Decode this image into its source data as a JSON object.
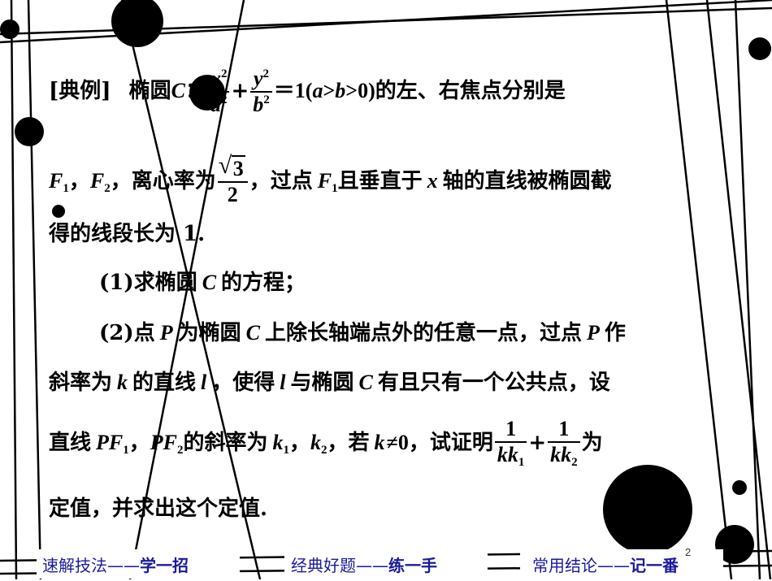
{
  "problem": {
    "label": "[典例]",
    "line1_intro": "椭圆",
    "line1_curve": "C",
    "line1_colon": "：",
    "eq_x": "x",
    "eq_a": "a",
    "eq_y": "y",
    "eq_b": "b",
    "eq_sup": "2",
    "eq_plus": "+",
    "eq_rest": "＝1(",
    "cond_a": "a",
    "cond_gt1": ">",
    "cond_b": "b",
    "cond_gt0": ">0)",
    "line1_tail": "的左、右焦点分别是",
    "f": "F",
    "sub1": "1",
    "sub2": "2",
    "comma": "，",
    "ecc_text": "离心率为",
    "ecc_num": "3",
    "ecc_den": "2",
    "line2_mid": "，过点",
    "line2_tail": "且垂直于",
    "x_var": "x",
    "line2_end": "轴的直线被椭圆截",
    "line3": "得的线段长为 1.",
    "q1_prefix": "(1)求椭圆",
    "q1_c": "C",
    "q1_tail": "的方程；",
    "q2_prefix": "(2)点",
    "p_var": "P",
    "q2_mid1": "为椭圆",
    "q2_c": "C",
    "q2_mid2": "上除长轴端点外的任意一点，过点",
    "q2_end": "作",
    "l5_a": "斜率为",
    "k_var": "k",
    "l5_b": "的直线",
    "l_var": "l",
    "l5_c": "，使得",
    "l5_d": "与椭圆",
    "l5_e": "有且只有一个公共点，设",
    "l6_a": "直线",
    "pf": "PF",
    "l6_b": "的斜率为",
    "l6_c": "，若",
    "neq": "≠0，试证明",
    "frac_num": "1",
    "kk": "kk",
    "plus": "+",
    "l6_end": "为",
    "l7": "定值，并求出这个定值."
  },
  "footer": {
    "btn1_plain": "速解技法——",
    "btn1_bold": "学一招",
    "btn2_plain": "经典好题——",
    "btn2_bold": "练一手",
    "btn3_plain": "常用结论——",
    "btn3_bold": "记一番"
  },
  "page_number": "2"
}
